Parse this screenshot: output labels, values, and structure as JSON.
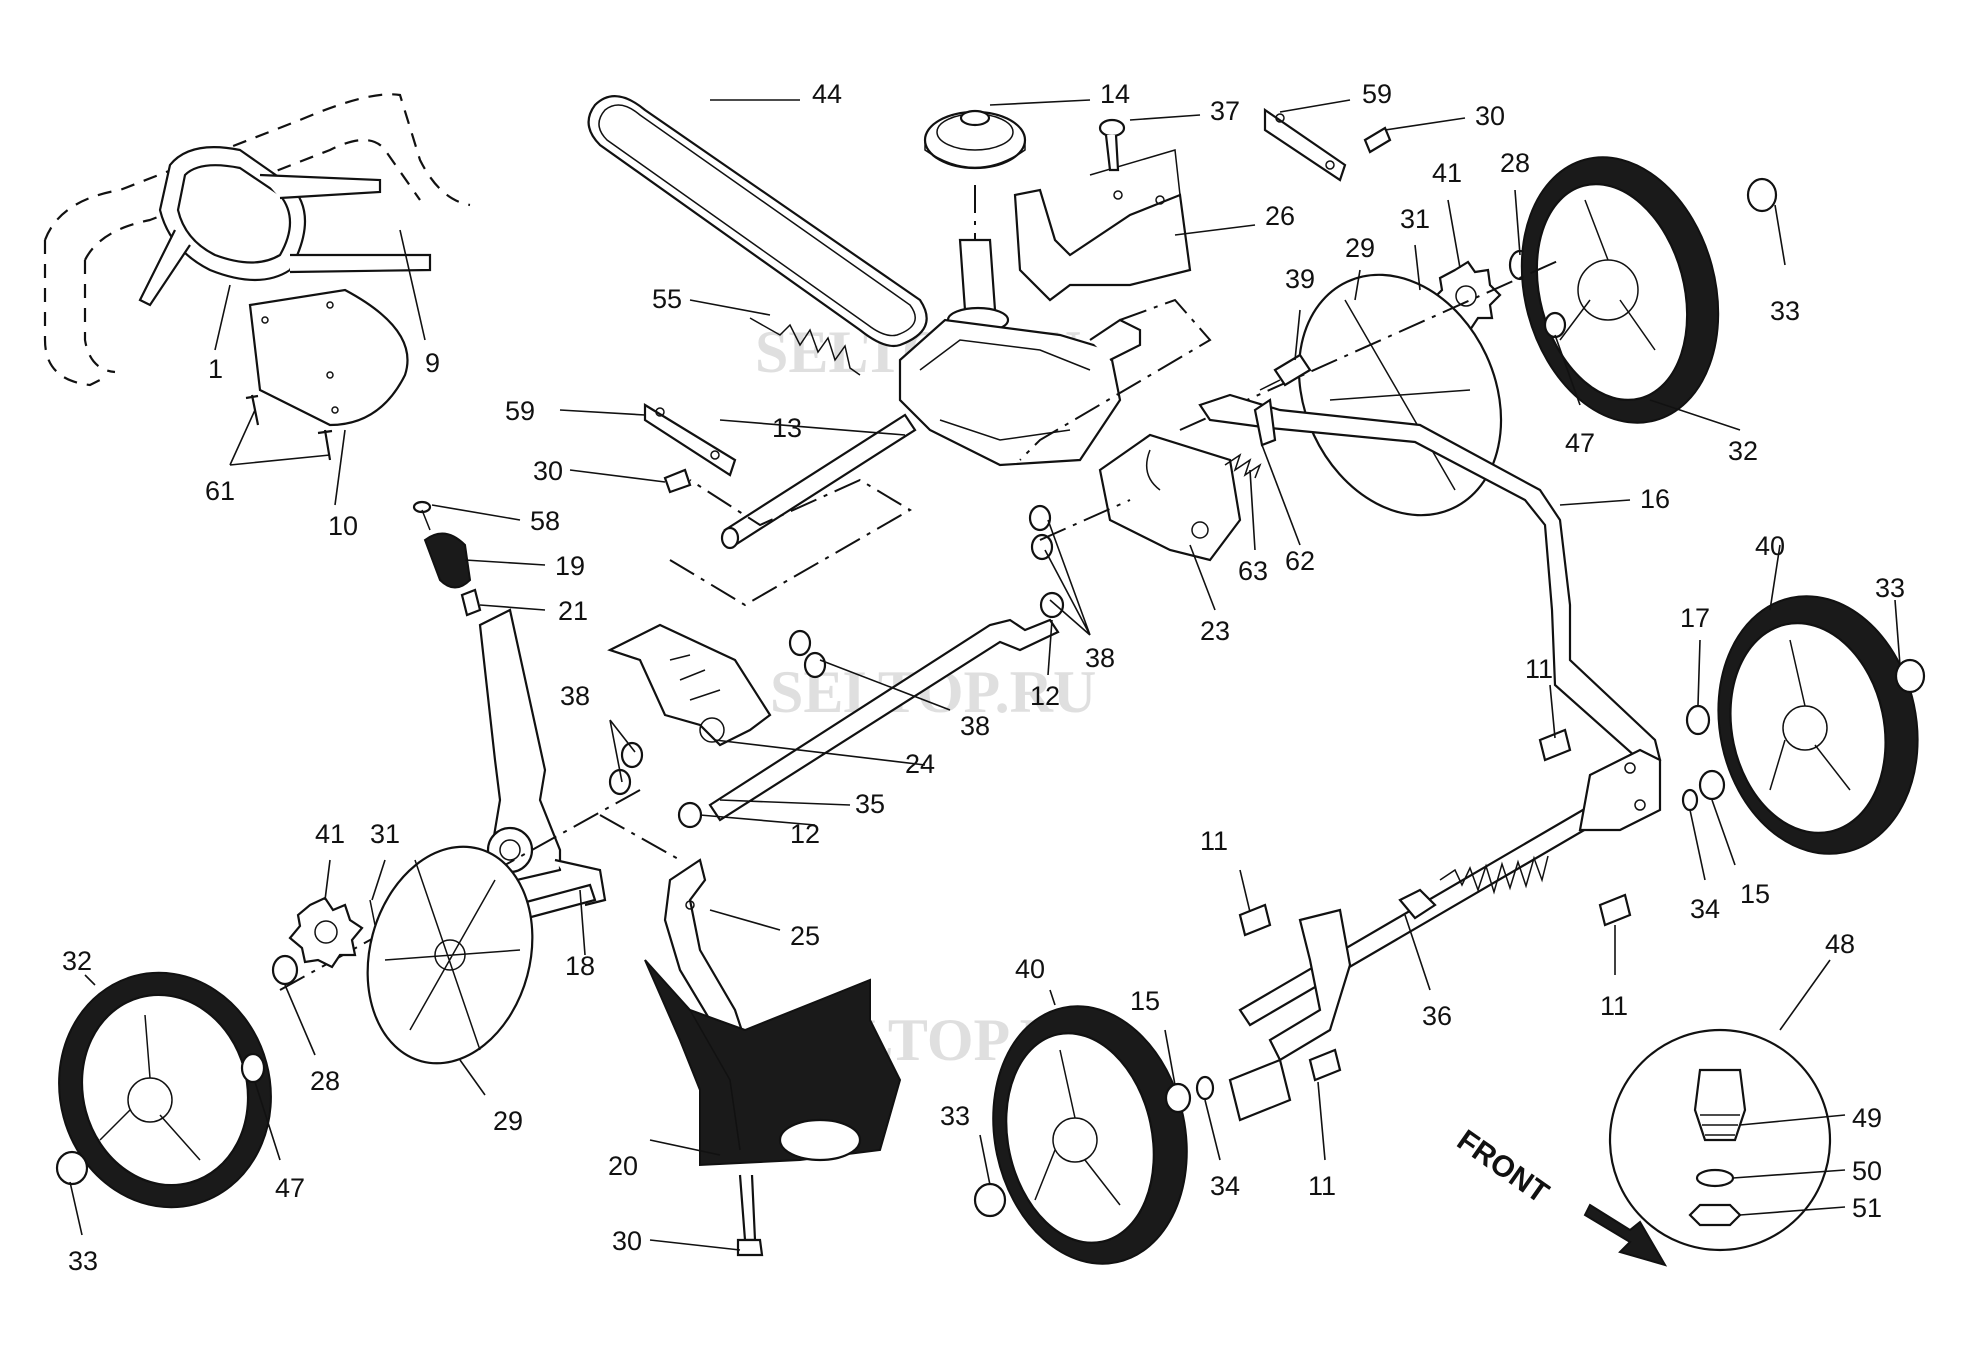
{
  "watermark": "SELTOP.RU",
  "front_label": "FRONT",
  "callouts": {
    "c44": "44",
    "c14": "14",
    "c37": "37",
    "c59a": "59",
    "c30a": "30",
    "c26": "26",
    "c41a": "41",
    "c28a": "28",
    "c31a": "31",
    "c29a": "29",
    "c39": "39",
    "c33a": "33",
    "c47a": "47",
    "c32a": "32",
    "c1": "1",
    "c9": "9",
    "c61": "61",
    "c10": "10",
    "c55": "55",
    "c59b": "59",
    "c13": "13",
    "c30b": "30",
    "c58": "58",
    "c19": "19",
    "c21": "21",
    "c16": "16",
    "c63": "63",
    "c62": "62",
    "c23": "23",
    "c40a": "40",
    "c33b": "33",
    "c38a": "38",
    "c12a": "12",
    "c38b": "38",
    "c38c": "38",
    "c24": "24",
    "c35": "35",
    "c12b": "12",
    "c11a": "11",
    "c17": "17",
    "c41b": "41",
    "c31b": "31",
    "c18": "18",
    "c11b": "11",
    "c34a": "34",
    "c15a": "15",
    "c32b": "32",
    "c28b": "28",
    "c29b": "29",
    "c25": "25",
    "c40b": "40",
    "c15b": "15",
    "c36": "36",
    "c11c": "11",
    "c48": "48",
    "c47b": "47",
    "c33c": "33",
    "c33d": "33",
    "c34b": "34",
    "c11d": "11",
    "c49": "49",
    "c20": "20",
    "c50": "50",
    "c51": "51",
    "c30c": "30"
  }
}
